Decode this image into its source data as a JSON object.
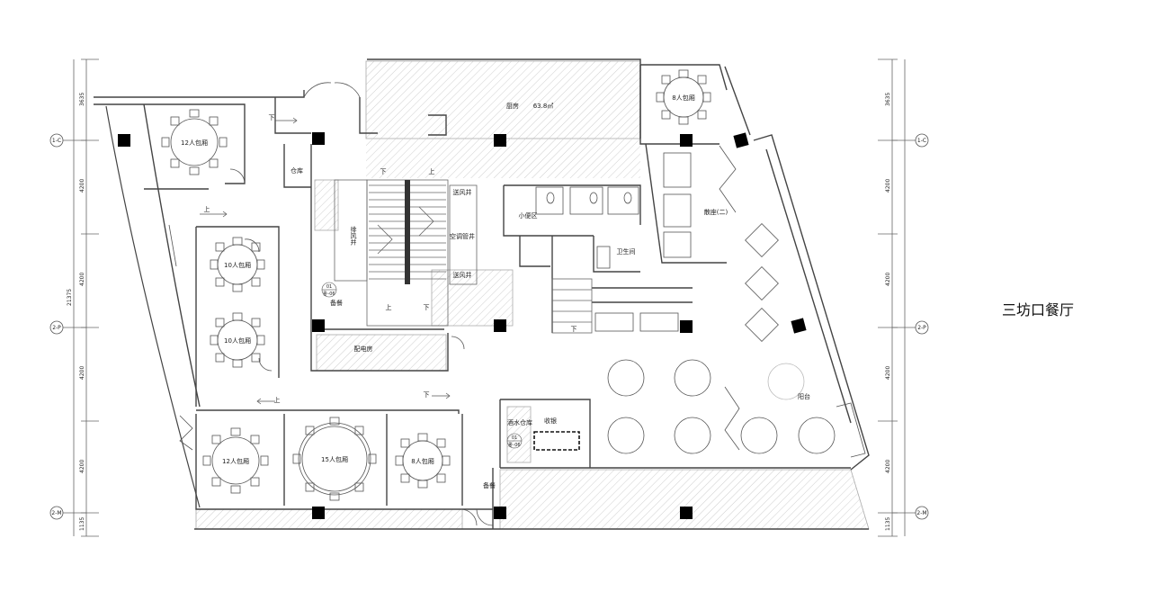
{
  "title": "三坊口餐厅",
  "rooms": {
    "kitchen": "厨房",
    "kitchen_area": "63.8㎡",
    "pr8_top": "8人包厢",
    "pr12_top": "12人包厢",
    "pr10_a": "10人包厢",
    "pr10_b": "10人包厢",
    "pr12_bottom": "12人包厢",
    "pr15": "15人包厢",
    "pr8_bottom": "8人包厢",
    "storage": "仓库",
    "exhaust_shaft": "排风井",
    "supply_shaft_a": "送风井",
    "ac_shaft": "空调管井",
    "supply_shaft_b": "送风井",
    "pantry_a": "备餐",
    "power_room": "配电房",
    "urinal": "小便区",
    "toilet": "卫生间",
    "loose_seats": "散座(二)",
    "balcony": "阳台",
    "wine_store": "酒水仓库",
    "cashier": "收银",
    "pantry_b": "备餐"
  },
  "stairs": {
    "down": "下",
    "up": "上"
  },
  "equipment": {
    "tag_a": "01",
    "tag_a2": "卧-06",
    "tag_b": "01",
    "tag_b2": "卧-06"
  },
  "axes": {
    "left_top": "1-C",
    "left_mid": "2-P",
    "left_bot": "2-M",
    "right_top": "1-C",
    "right_mid": "2-P",
    "right_bot": "2-M"
  },
  "dims": {
    "d1": "3635",
    "d2": "4200",
    "d3": "4200",
    "d4": "4200",
    "d5": "4200",
    "d6": "1135",
    "total": "21375",
    "r1": "3635",
    "r2": "4200",
    "r3": "4200",
    "r4": "4200",
    "r5": "4200",
    "r6": "1135"
  }
}
